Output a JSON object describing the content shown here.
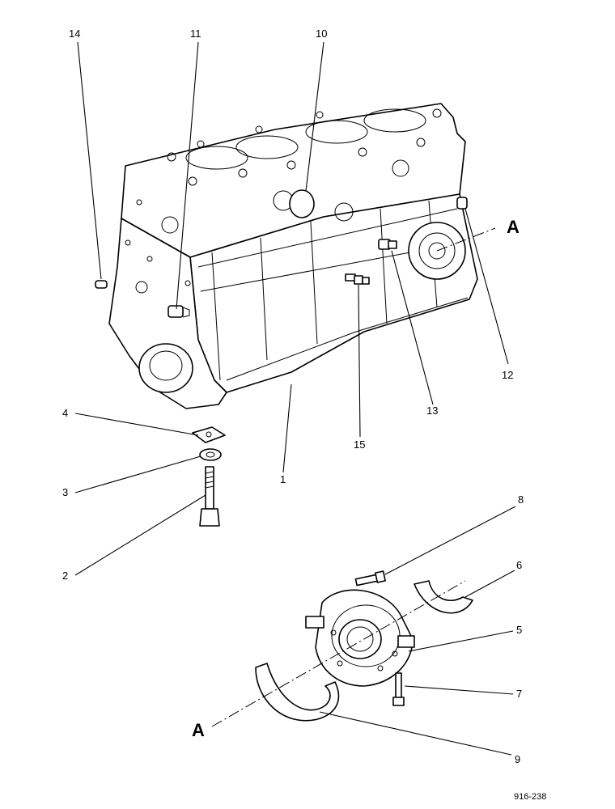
{
  "callouts": {
    "c1": "1",
    "c2": "2",
    "c3": "3",
    "c4": "4",
    "c5": "5",
    "c6": "6",
    "c7": "7",
    "c8": "8",
    "c9": "9",
    "c10": "10",
    "c11": "11",
    "c12": "12",
    "c13": "13",
    "c14": "14",
    "c15": "15"
  },
  "section_marks": {
    "top": "A",
    "bottom": "A"
  },
  "figure_ref": "916-238"
}
